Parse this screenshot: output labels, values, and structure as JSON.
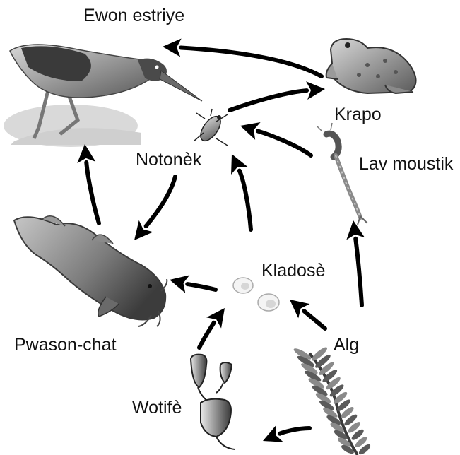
{
  "colors": {
    "arrow": "#000000",
    "organism_fill": "#8a8a8a",
    "organism_dark": "#3a3a3a",
    "organism_light": "#c9c9c9"
  },
  "organisms": {
    "heron": "Ewon estriye",
    "toad": "Krapo",
    "backswimmer": "Notonèk",
    "mosquito_larva": "Lav moustik",
    "cladocera": "Kladosè",
    "catfish": "Pwason-chat",
    "algae": "Alg",
    "rotifer": "Wotifè"
  },
  "edges": [
    {
      "from": "toad",
      "to": "heron"
    },
    {
      "from": "backswimmer",
      "to": "toad"
    },
    {
      "from": "mosquito_larva",
      "to": "backswimmer"
    },
    {
      "from": "backswimmer",
      "to": "catfish"
    },
    {
      "from": "catfish",
      "to": "heron"
    },
    {
      "from": "cladocera",
      "to": "backswimmer"
    },
    {
      "from": "cladocera",
      "to": "catfish"
    },
    {
      "from": "algae",
      "to": "cladocera"
    },
    {
      "from": "algae",
      "to": "mosquito_larva"
    },
    {
      "from": "rotifer",
      "to": "cladocera"
    },
    {
      "from": "algae",
      "to": "rotifer"
    }
  ]
}
